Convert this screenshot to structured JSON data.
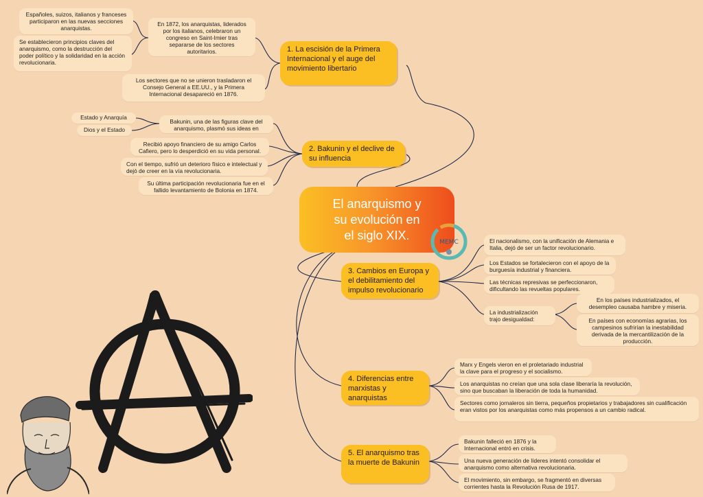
{
  "center": {
    "lines": [
      "El anarquismo y",
      "su evolución en",
      "el siglo XIX."
    ]
  },
  "logo_text": "MEMC",
  "branches": [
    {
      "label": "1. La escisión de la Primera Internacional y el auge del movimiento libertario",
      "children": [
        {
          "label": "En 1872, los anarquistas, liderados por los italianos, celebraron un congreso en Saint-Imier tras separarse de los sectores autoritarios.",
          "children": [
            "Españoles, suizos, italianos y franceses participaron en las nuevas secciones anarquistas.",
            "Se establecieron principios claves del anarquismo, como la destrucción del poder político y la solidaridad en la acción revolucionaria."
          ]
        },
        {
          "label": "Los sectores que no se unieron trasladaron el Consejo General a EE.UU., y la Primera Internacional desapareció en 1876."
        }
      ]
    },
    {
      "label": "2. Bakunin y el declive de su influencia",
      "children": [
        {
          "label": "Bakunin, una de las figuras clave del anarquismo, plasmó sus ideas en",
          "children": [
            "Estado y Anarquía",
            "Dios y el Estado"
          ]
        },
        {
          "label": "Recibió apoyo financiero de su amigo Carlos Cafiero, pero lo desperdició en su vida personal."
        },
        {
          "label": "Con el tiempo, sufrió un deterioro físico e intelectual y dejó de creer en la vía revolucionaria."
        },
        {
          "label": "Su última participación revolucionaria fue en el fallido levantamiento de Bolonia en 1874."
        }
      ]
    },
    {
      "label": "3. Cambios en Europa y el debilitamiento del impulso revolucionario",
      "children": [
        {
          "label": "El nacionalismo, con la unificación de Alemania e Italia, dejó de ser un factor revolucionario."
        },
        {
          "label": "Los Estados se fortalecieron con el apoyo de la burguesía industrial y financiera."
        },
        {
          "label": "Las técnicas represivas se perfeccionaron, dificultando las revueltas populares."
        },
        {
          "label": "La industrialización trajo desigualdad:",
          "children": [
            "En los países industrializados, el desempleo causaba hambre y miseria.",
            "En países con economías agrarias, los campesinos sufrirían la inestabilidad derivada de la mercantilización de la producción."
          ]
        }
      ]
    },
    {
      "label": "4. Diferencias entre marxistas y anarquistas",
      "children": [
        {
          "label": "Marx y Engels vieron en el proletariado industrial la clave para el progreso y el socialismo."
        },
        {
          "label": "Los anarquistas no creían que una sola clase liberaría la revolución, sino que buscaban la liberación de toda la humanidad."
        },
        {
          "label": "Sectores como jornaleros sin tierra, pequeños propietarios y trabajadores sin cualificación eran vistos por los anarquistas como más propensos a un cambio radical."
        }
      ]
    },
    {
      "label": "5. El anarquismo tras la muerte de Bakunin",
      "children": [
        {
          "label": "Bakunin falleció en 1876 y la Internacional entró en crisis."
        },
        {
          "label": "Una nueva generación de líderes intentó consolidar el anarquismo como alternativa revolucionaria."
        },
        {
          "label": "El movimiento, sin embargo, se fragmentó en diversas corrientes hasta la Revolución Rusa de 1917."
        }
      ]
    }
  ],
  "colors": {
    "background": "#f6d5b3",
    "main_node": "#fbbf24",
    "leaf_node": "#fbe3c2",
    "connector": "#1e2a4a",
    "center_start": "#fbbf24",
    "center_end": "#ee4d1c"
  }
}
